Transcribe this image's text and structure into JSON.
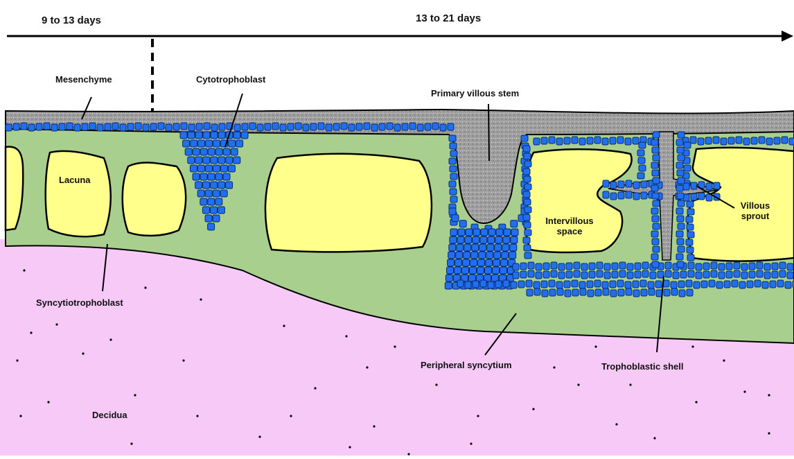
{
  "timeline": {
    "early_label": "9 to 13 days",
    "late_label": "13 to 21 days"
  },
  "labels": {
    "mesenchyme": "Mesenchyme",
    "cytotrophoblast": "Cytotrophoblast",
    "primary_villous_stem": "Primary villous stem",
    "lacuna": "Lacuna",
    "intervillous_space_line1": "Intervillous",
    "intervillous_space_line2": "space",
    "villous_sprout_line1": "Villous",
    "villous_sprout_line2": "sprout",
    "syncytiotrophoblast": "Syncytiotrophoblast",
    "peripheral_syncytium": "Peripheral syncytium",
    "trophoblastic_shell": "Trophoblastic shell",
    "decidua": "Decidua"
  },
  "colors": {
    "decidua": "#f7c9f7",
    "syncytium": "#a9cf8f",
    "lacuna": "#ffff8c",
    "mesenchyme": "#9a9a9a",
    "cytotrophoblast": "#1f6ff0",
    "outline": "#000000"
  }
}
